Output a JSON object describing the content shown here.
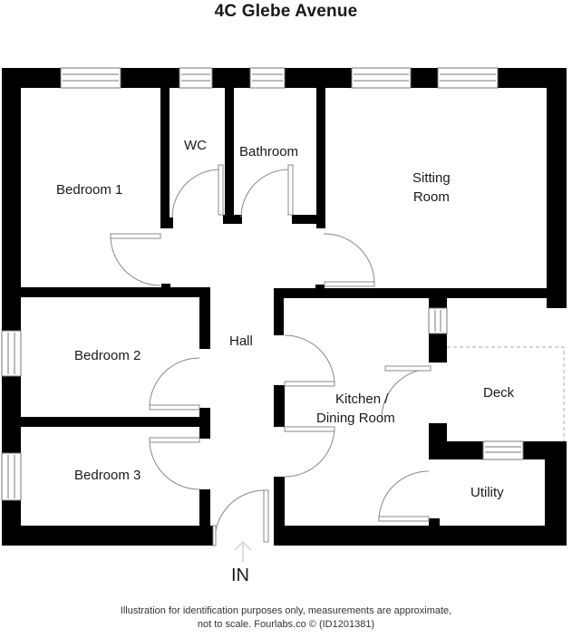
{
  "title": "4C Glebe Avenue",
  "rooms": {
    "bedroom1": "Bedroom 1",
    "wc": "WC",
    "bathroom": "Bathroom",
    "sitting_room_line1": "Sitting",
    "sitting_room_line2": "Room",
    "hall": "Hall",
    "bedroom2": "Bedroom 2",
    "bedroom3": "Bedroom 3",
    "kitchen_line1": "Kitchen /",
    "kitchen_line2": "Dining Room",
    "deck": "Deck",
    "utility": "Utility"
  },
  "entrance": {
    "label": "IN",
    "icon": "up-arrow-icon"
  },
  "footer": {
    "line1": "Illustration for identification purposes only, measurements are approximate,",
    "line2": "not to scale. Fourlabs.co © (ID1201381)"
  },
  "colors": {
    "wall": "#000000",
    "window": "#ffffff",
    "door_line": "#888888",
    "background": "#ffffff"
  }
}
